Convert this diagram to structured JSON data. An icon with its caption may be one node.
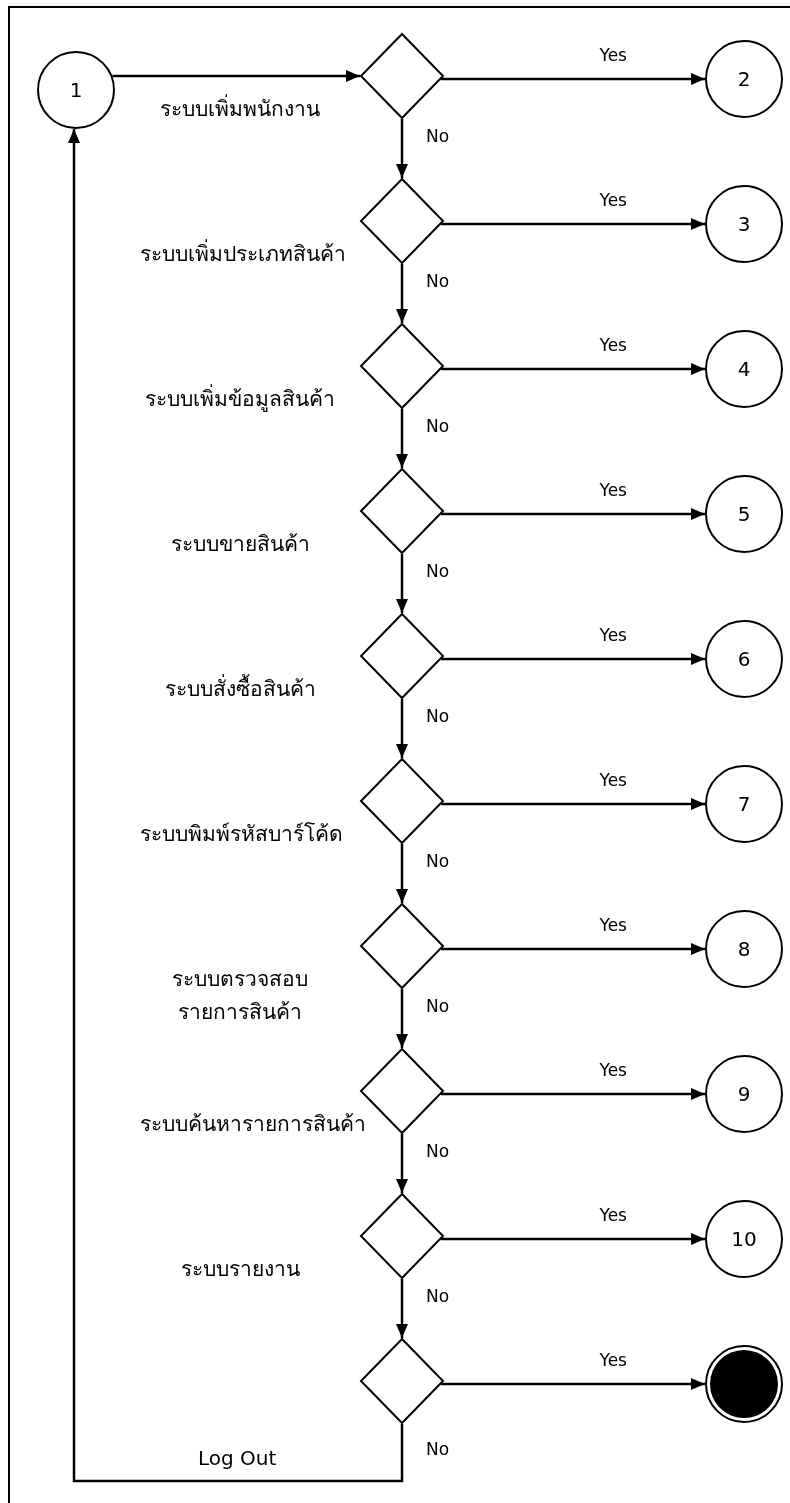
{
  "diagram": {
    "nodes": [
      {
        "text": [
          "1"
        ]
      },
      {
        "text": [],
        "shape": "diamond",
        "beside": [
          "ระบบเพิ่มพนักงาน"
        ]
      },
      {
        "text": [
          "2"
        ]
      },
      {
        "text": [],
        "shape": "diamond",
        "beside": [
          "ระบบเพิ่มประเภทสินค้า"
        ]
      },
      {
        "text": [
          "3"
        ]
      },
      {
        "text": [],
        "shape": "diamond",
        "beside": [
          "ระบบเพิ่มข้อมูลสินค้า"
        ]
      },
      {
        "text": [
          "4"
        ]
      },
      {
        "text": [],
        "shape": "diamond",
        "beside": [
          "ระบบขายสินค้า"
        ]
      },
      {
        "text": [
          "5"
        ]
      },
      {
        "text": [],
        "shape": "diamond",
        "beside": [
          "ระบบสั่งซื้อสินค้า"
        ]
      },
      {
        "text": [
          "6"
        ]
      },
      {
        "text": [],
        "shape": "diamond",
        "beside": [
          "ระบบพิมพ์รหัสบาร์โค้ด"
        ]
      },
      {
        "text": [
          "7"
        ]
      },
      {
        "text": [],
        "shape": "diamond",
        "beside": [
          "ระบบตรวจสอบ รายการสินค้า"
        ]
      },
      {
        "text": [
          "8"
        ]
      },
      {
        "text": [],
        "shape": "diamond",
        "beside": [
          "ระบบค้นหารายการสินค้า"
        ]
      },
      {
        "text": [
          "9"
        ]
      },
      {
        "text": [],
        "shape": "diamond",
        "beside": [
          "ระบบรายงาน"
        ]
      },
      {
        "text": [
          "10"
        ]
      },
      {
        "text": [],
        "shape": "diamond"
      },
      {
        "text": [],
        "shape": "circle"
      }
    ],
    "edges": [
      {
        "from": 0,
        "to": 1,
        "arrow": "to"
      },
      {
        "from": 1,
        "to": 2,
        "arrow": "to",
        "label": "Yes"
      },
      {
        "from": 1,
        "to": 3,
        "arrow": "to",
        "label": "No"
      },
      {
        "from": 3,
        "to": 4,
        "arrow": "to",
        "label": "Yes"
      },
      {
        "from": 3,
        "to": 5,
        "arrow": "to",
        "label": "No"
      },
      {
        "from": 5,
        "to": 6,
        "arrow": "to",
        "label": "Yes"
      },
      {
        "from": 5,
        "to": 7,
        "arrow": "to",
        "label": "No"
      },
      {
        "from": 7,
        "to": 8,
        "arrow": "to",
        "label": "Yes"
      },
      {
        "from": 7,
        "to": 9,
        "arrow": "to",
        "label": "No"
      },
      {
        "from": 9,
        "to": 10,
        "arrow": "to",
        "label": "Yes"
      },
      {
        "from": 9,
        "to": 11,
        "arrow": "to",
        "label": "No"
      },
      {
        "from": 11,
        "to": 12,
        "arrow": "to",
        "label": "Yes"
      },
      {
        "from": 11,
        "to": 13,
        "arrow": "to",
        "label": "No"
      },
      {
        "from": 13,
        "to": 14,
        "arrow": "to",
        "label": "Yes"
      },
      {
        "from": 13,
        "to": 15,
        "arrow": "to",
        "label": "No"
      },
      {
        "from": 15,
        "to": 16,
        "arrow": "to",
        "label": "Yes"
      },
      {
        "from": 15,
        "to": 17,
        "arrow": "to",
        "label": "No"
      },
      {
        "from": 17,
        "to": 18,
        "arrow": "to",
        "label": "Yes"
      },
      {
        "from": 17,
        "to": 19,
        "arrow": "to",
        "label": "No"
      },
      {
        "from": 19,
        "to": 20,
        "arrow": "to",
        "label": "Yes"
      },
      {
        "from": 19,
        "to": 0,
        "arrow": "to",
        "label": "No"
      }
    ],
    "labels": [
      "Log Out"
    ]
  }
}
